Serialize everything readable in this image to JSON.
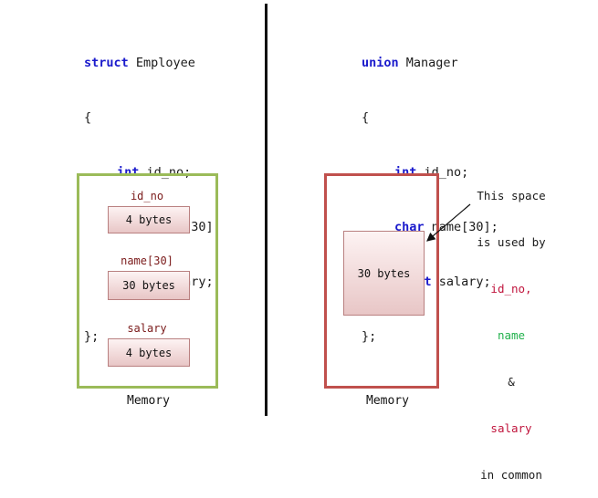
{
  "struct_code": {
    "keyword": "struct",
    "name": " Employee",
    "open": "{",
    "members": [
      {
        "type": "int",
        "decl": " id_no;"
      },
      {
        "type": "char",
        "decl": " name[30];"
      },
      {
        "type": "float",
        "decl": " salary;"
      }
    ],
    "close": "};"
  },
  "union_code": {
    "keyword": "union",
    "name": " Manager",
    "open": "{",
    "members": [
      {
        "type": "int",
        "decl": " id_no;"
      },
      {
        "type": "char",
        "decl": " name[30];"
      },
      {
        "type": "float",
        "decl": " salary;"
      }
    ],
    "close": "};"
  },
  "struct_memory": {
    "border_color": "#9bbb59",
    "fields": [
      {
        "label": "id_no",
        "size": "4 bytes"
      },
      {
        "label": "name[30]",
        "size": "30 bytes"
      },
      {
        "label": "salary",
        "size": "4 bytes"
      }
    ],
    "caption": "Memory"
  },
  "union_memory": {
    "border_color": "#c0504d",
    "size": "30 bytes",
    "caption": "Memory"
  },
  "note": {
    "line1": "This space",
    "line2": "is used by",
    "id_no": "id_no,",
    "name": "name",
    "amp": "&",
    "salary": "salary",
    "tail": "in common",
    "colors": {
      "id_no": "#c0143c",
      "name": "#22b14c",
      "salary": "#c0143c"
    }
  }
}
